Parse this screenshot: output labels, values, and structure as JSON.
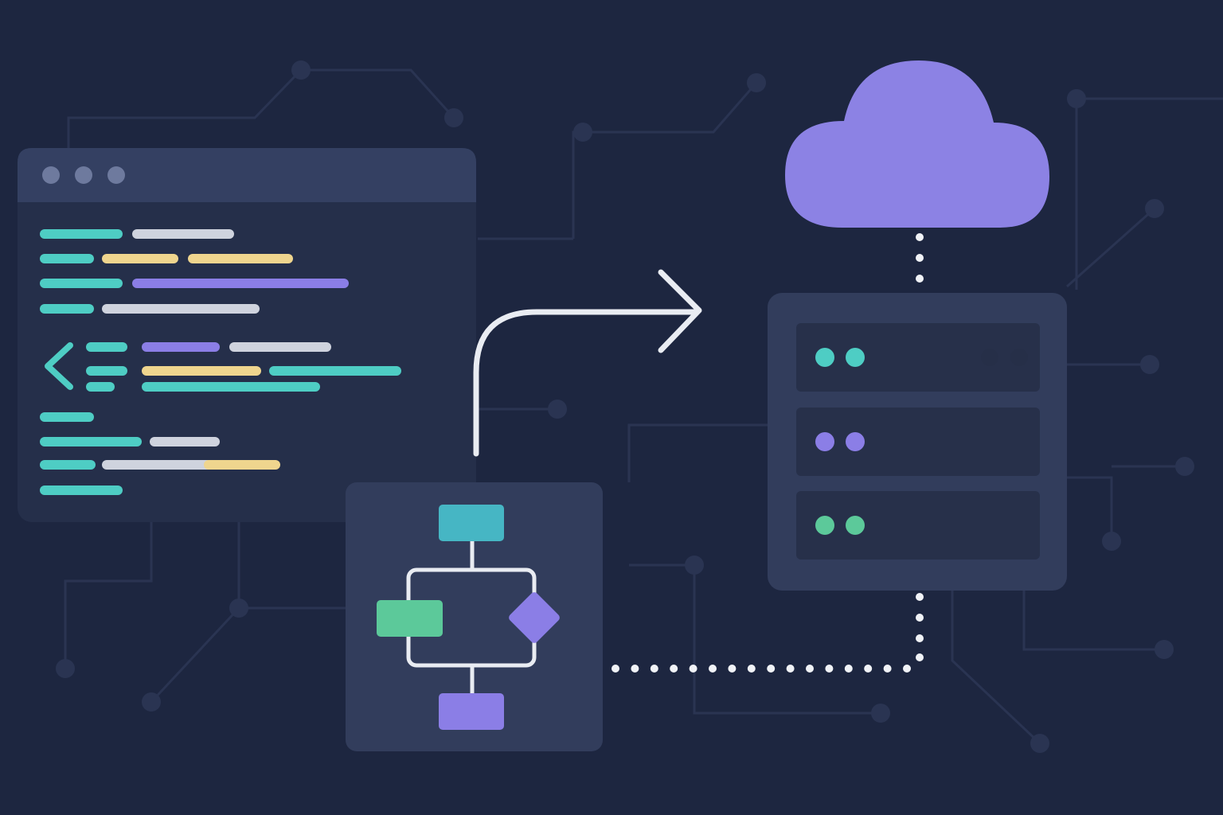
{
  "colors": {
    "background": "#1d2640",
    "circuit": "#2a3452",
    "panel": "#252f4a",
    "panel_header": "#344062",
    "window_dots": "#6e7a9e",
    "card": "#323d5c",
    "server_bay": "#27304a",
    "teal": "#4ecdc4",
    "lavender": "#cfd3de",
    "yellow": "#efd58e",
    "purple": "#8b7ee6",
    "green": "#5cc99a",
    "flow_top": "#46b6c4",
    "cloud": "#8c82e4",
    "arrow": "#e9ecf2",
    "dotted": "#f1f3f7",
    "led_off": "#262f48"
  },
  "code_editor": {
    "window_controls": [
      "dot",
      "dot",
      "dot"
    ],
    "bracket_icon": "chevron-left-icon",
    "code_lines": [
      [
        [
          "teal",
          56,
          148
        ],
        [
          "lavender",
          172,
          288
        ]
      ],
      [
        [
          "teal",
          56,
          112
        ],
        [
          "yellow",
          134,
          218
        ],
        [
          "yellow",
          242,
          362
        ]
      ],
      [
        [
          "teal",
          56,
          148
        ],
        [
          "purple",
          172,
          432
        ]
      ],
      [
        [
          "teal",
          56,
          112
        ],
        [
          "lavender",
          134,
          320
        ]
      ],
      [
        [
          "teal",
          114,
          154
        ],
        [
          "purple",
          184,
          270
        ],
        [
          "lavender",
          294,
          410
        ]
      ],
      [
        [
          "teal",
          114,
          154
        ],
        [
          "yellow",
          184,
          322
        ],
        [
          "teal",
          344,
          498
        ]
      ],
      [
        [
          "teal",
          114,
          138
        ],
        [
          "teal",
          184,
          396
        ]
      ],
      [
        [
          "teal",
          56,
          112
        ]
      ],
      [
        [
          "teal",
          56,
          172
        ],
        [
          "lavender",
          194,
          270
        ]
      ],
      [
        [
          "teal",
          56,
          114
        ],
        [
          "lavender",
          134,
          262
        ],
        [
          "yellow",
          262,
          346
        ]
      ],
      [
        [
          "teal",
          56,
          148
        ]
      ]
    ]
  },
  "flowchart": {
    "nodes": [
      "process-top",
      "process-left",
      "decision",
      "process-bottom"
    ]
  },
  "server": {
    "bays": [
      {
        "leds": [
          "teal",
          "teal"
        ],
        "status_leds": [
          "led_off",
          "led_off"
        ]
      },
      {
        "leds": [
          "purple",
          "purple"
        ],
        "status_leds": []
      },
      {
        "leds": [
          "green",
          "green"
        ],
        "status_leds": []
      }
    ]
  }
}
